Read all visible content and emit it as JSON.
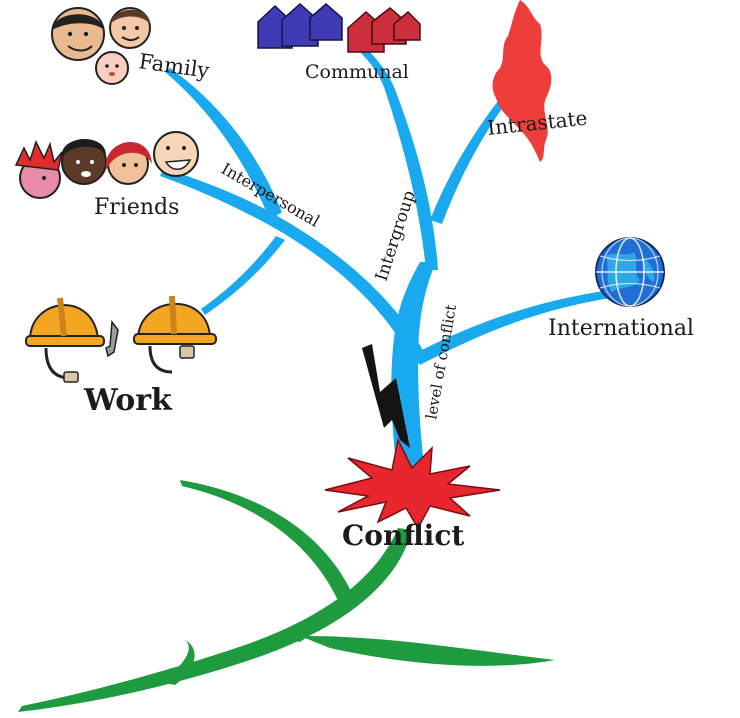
{
  "labels": {
    "family": "Family",
    "communal": "Communal",
    "intrastate": "Intrastate",
    "friends": "Friends",
    "interpersonal": "Interpersonal",
    "intergroup": "Intergroup",
    "level_of_conflict": "level of conflict",
    "international": "International",
    "work": "Work",
    "conflict": "Conflict"
  },
  "icons": {
    "family": "family-faces-icon",
    "communal": "houses-icon",
    "intrastate": "country-map-icon",
    "friends": "friends-faces-icon",
    "work": "hard-hats-wrench-icon",
    "international": "globe-icon",
    "lightning": "lightning-bolt-icon",
    "explosion": "explosion-burst-icon"
  },
  "colors": {
    "branch": "#19a9ee",
    "roots": "#1f9b3f",
    "burst": "#e8262e",
    "bolt": "#141414",
    "helmet": "#f4a623"
  }
}
